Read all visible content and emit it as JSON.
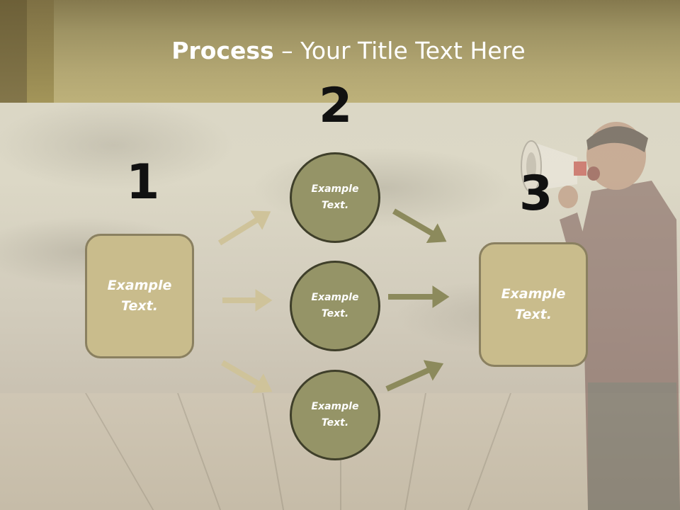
{
  "slide": {
    "title_bold": "Process",
    "title_rest": " – Your Title Text Here",
    "steps": [
      {
        "number": "1"
      },
      {
        "number": "2"
      },
      {
        "number": "3"
      }
    ],
    "left_box": {
      "text": "Example\nText."
    },
    "circles": [
      {
        "text": "Example\nText."
      },
      {
        "text": "Example\nText."
      },
      {
        "text": "Example\nText."
      }
    ],
    "right_box": {
      "text": "Example\nText."
    }
  },
  "colors": {
    "header": "#b3a773",
    "box_fill": "#c9bc8c",
    "box_border": "#8a8060",
    "circle_fill": "#959467",
    "circle_border": "#3f3f2a",
    "arrow_light": "#cfc39a",
    "arrow_dark": "#8c8a5c"
  },
  "image": {
    "background_icon": "man-with-megaphone-photo"
  }
}
